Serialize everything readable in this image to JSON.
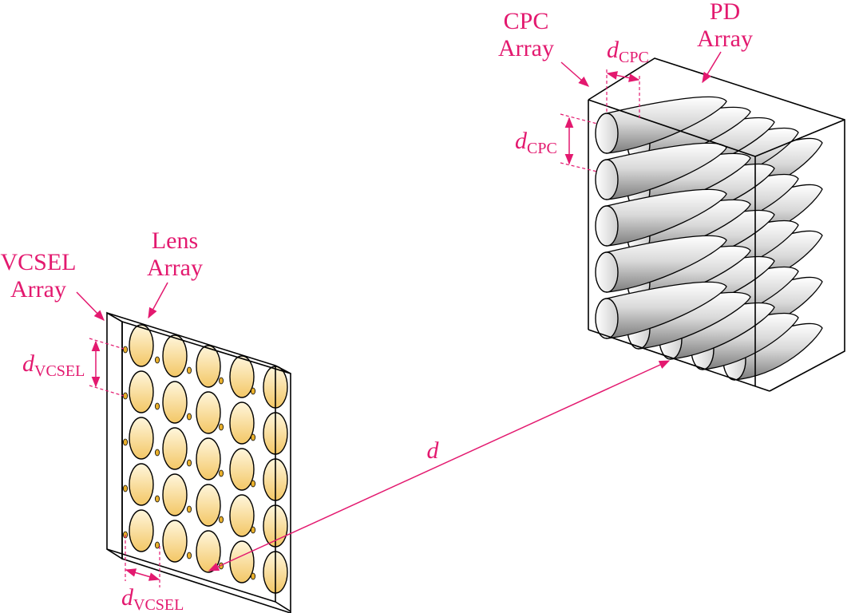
{
  "labels": {
    "vcsel_array_line1": "VCSEL",
    "vcsel_array_line2": "Array",
    "lens_array_line1": "Lens",
    "lens_array_line2": "Array",
    "cpc_array_line1": "CPC",
    "cpc_array_line2": "Array",
    "pd_array_line1": "PD",
    "pd_array_line2": "Array",
    "distance": "d",
    "d_symbol": "d",
    "vcsel_sub": "VCSEL",
    "cpc_sub": "CPC"
  },
  "grid": {
    "rows": 5,
    "cols": 5
  },
  "colors": {
    "accent": "#e3196f",
    "lens_light": "#fff8e1",
    "lens_dark": "#f2c86a",
    "cone_light": "#ffffff",
    "cone_dark": "#8a8a8a",
    "outline": "#000000"
  }
}
